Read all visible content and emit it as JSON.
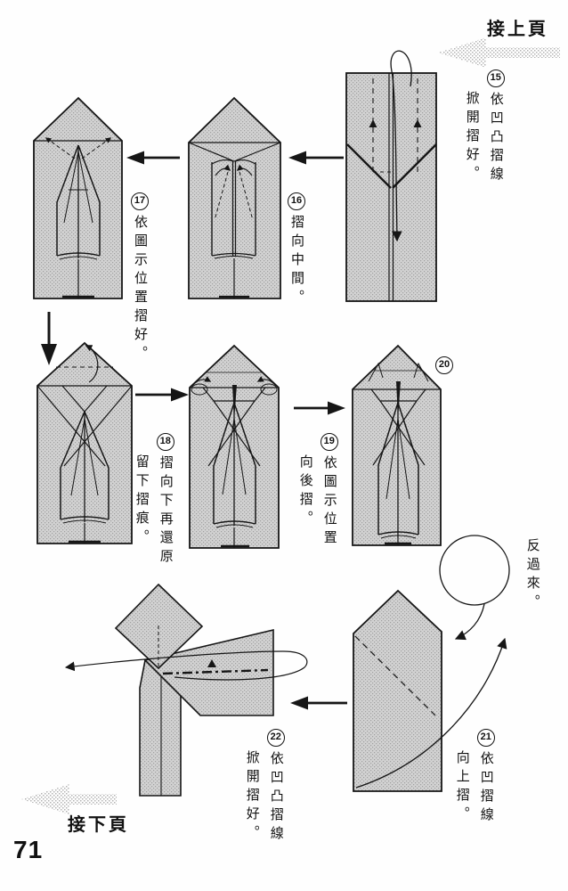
{
  "page": {
    "number": "71"
  },
  "nav": {
    "continued_from": "接上頁",
    "continue_to": "接下頁"
  },
  "turn_note": "反過來。",
  "steps": {
    "s15": {
      "num": "15",
      "line1": "依凹凸摺線",
      "line2": "掀開摺好。"
    },
    "s16": {
      "num": "16",
      "line1": "摺向中間。"
    },
    "s17": {
      "num": "17",
      "line1": "依圖示位置摺好。"
    },
    "s18": {
      "num": "18",
      "line1": "摺向下再還原",
      "line2": "留下摺痕。"
    },
    "s19": {
      "num": "19",
      "line1": "依圖示位置",
      "line2": "向後摺。"
    },
    "s20": {
      "num": "20"
    },
    "s21": {
      "num": "21",
      "line1": "依凹摺線",
      "line2": "向上摺。"
    },
    "s22": {
      "num": "22",
      "line1": "依凹凸摺線",
      "line2": "掀開摺好。"
    }
  },
  "colors": {
    "ink": "#161616",
    "paper_halftone": "#d2d2d2",
    "page_bg": "#ffffff"
  }
}
